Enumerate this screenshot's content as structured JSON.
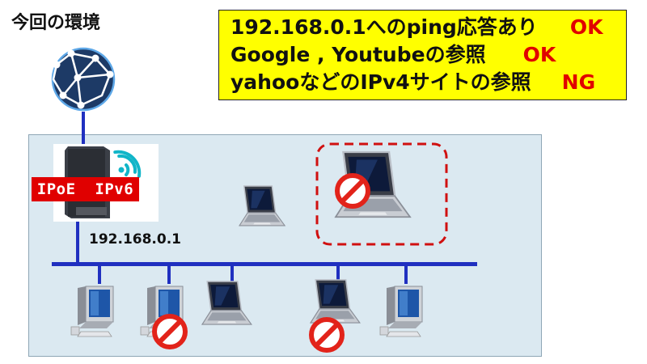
{
  "title": "今回の環境",
  "status": [
    {
      "text": "192.168.0.1へのping応答あり",
      "result": "OK"
    },
    {
      "text": "Google , Youtubeの参照",
      "result": "OK"
    },
    {
      "text": "yahooなどのIPv4サイトの参照",
      "result": "NG"
    }
  ],
  "router": {
    "badge": "IPoE  IPv6",
    "address": "192.168.0.1"
  },
  "icons": [
    "globe-icon",
    "router-icon",
    "wifi-icon",
    "laptop-icon",
    "desktop-icon",
    "prohibited-icon"
  ],
  "colors": {
    "status_bg": "#ffff00",
    "result": "#e00000",
    "network_line": "#2030c0",
    "lan_bg": "#dbe9f1",
    "highlight": "#d01010"
  }
}
